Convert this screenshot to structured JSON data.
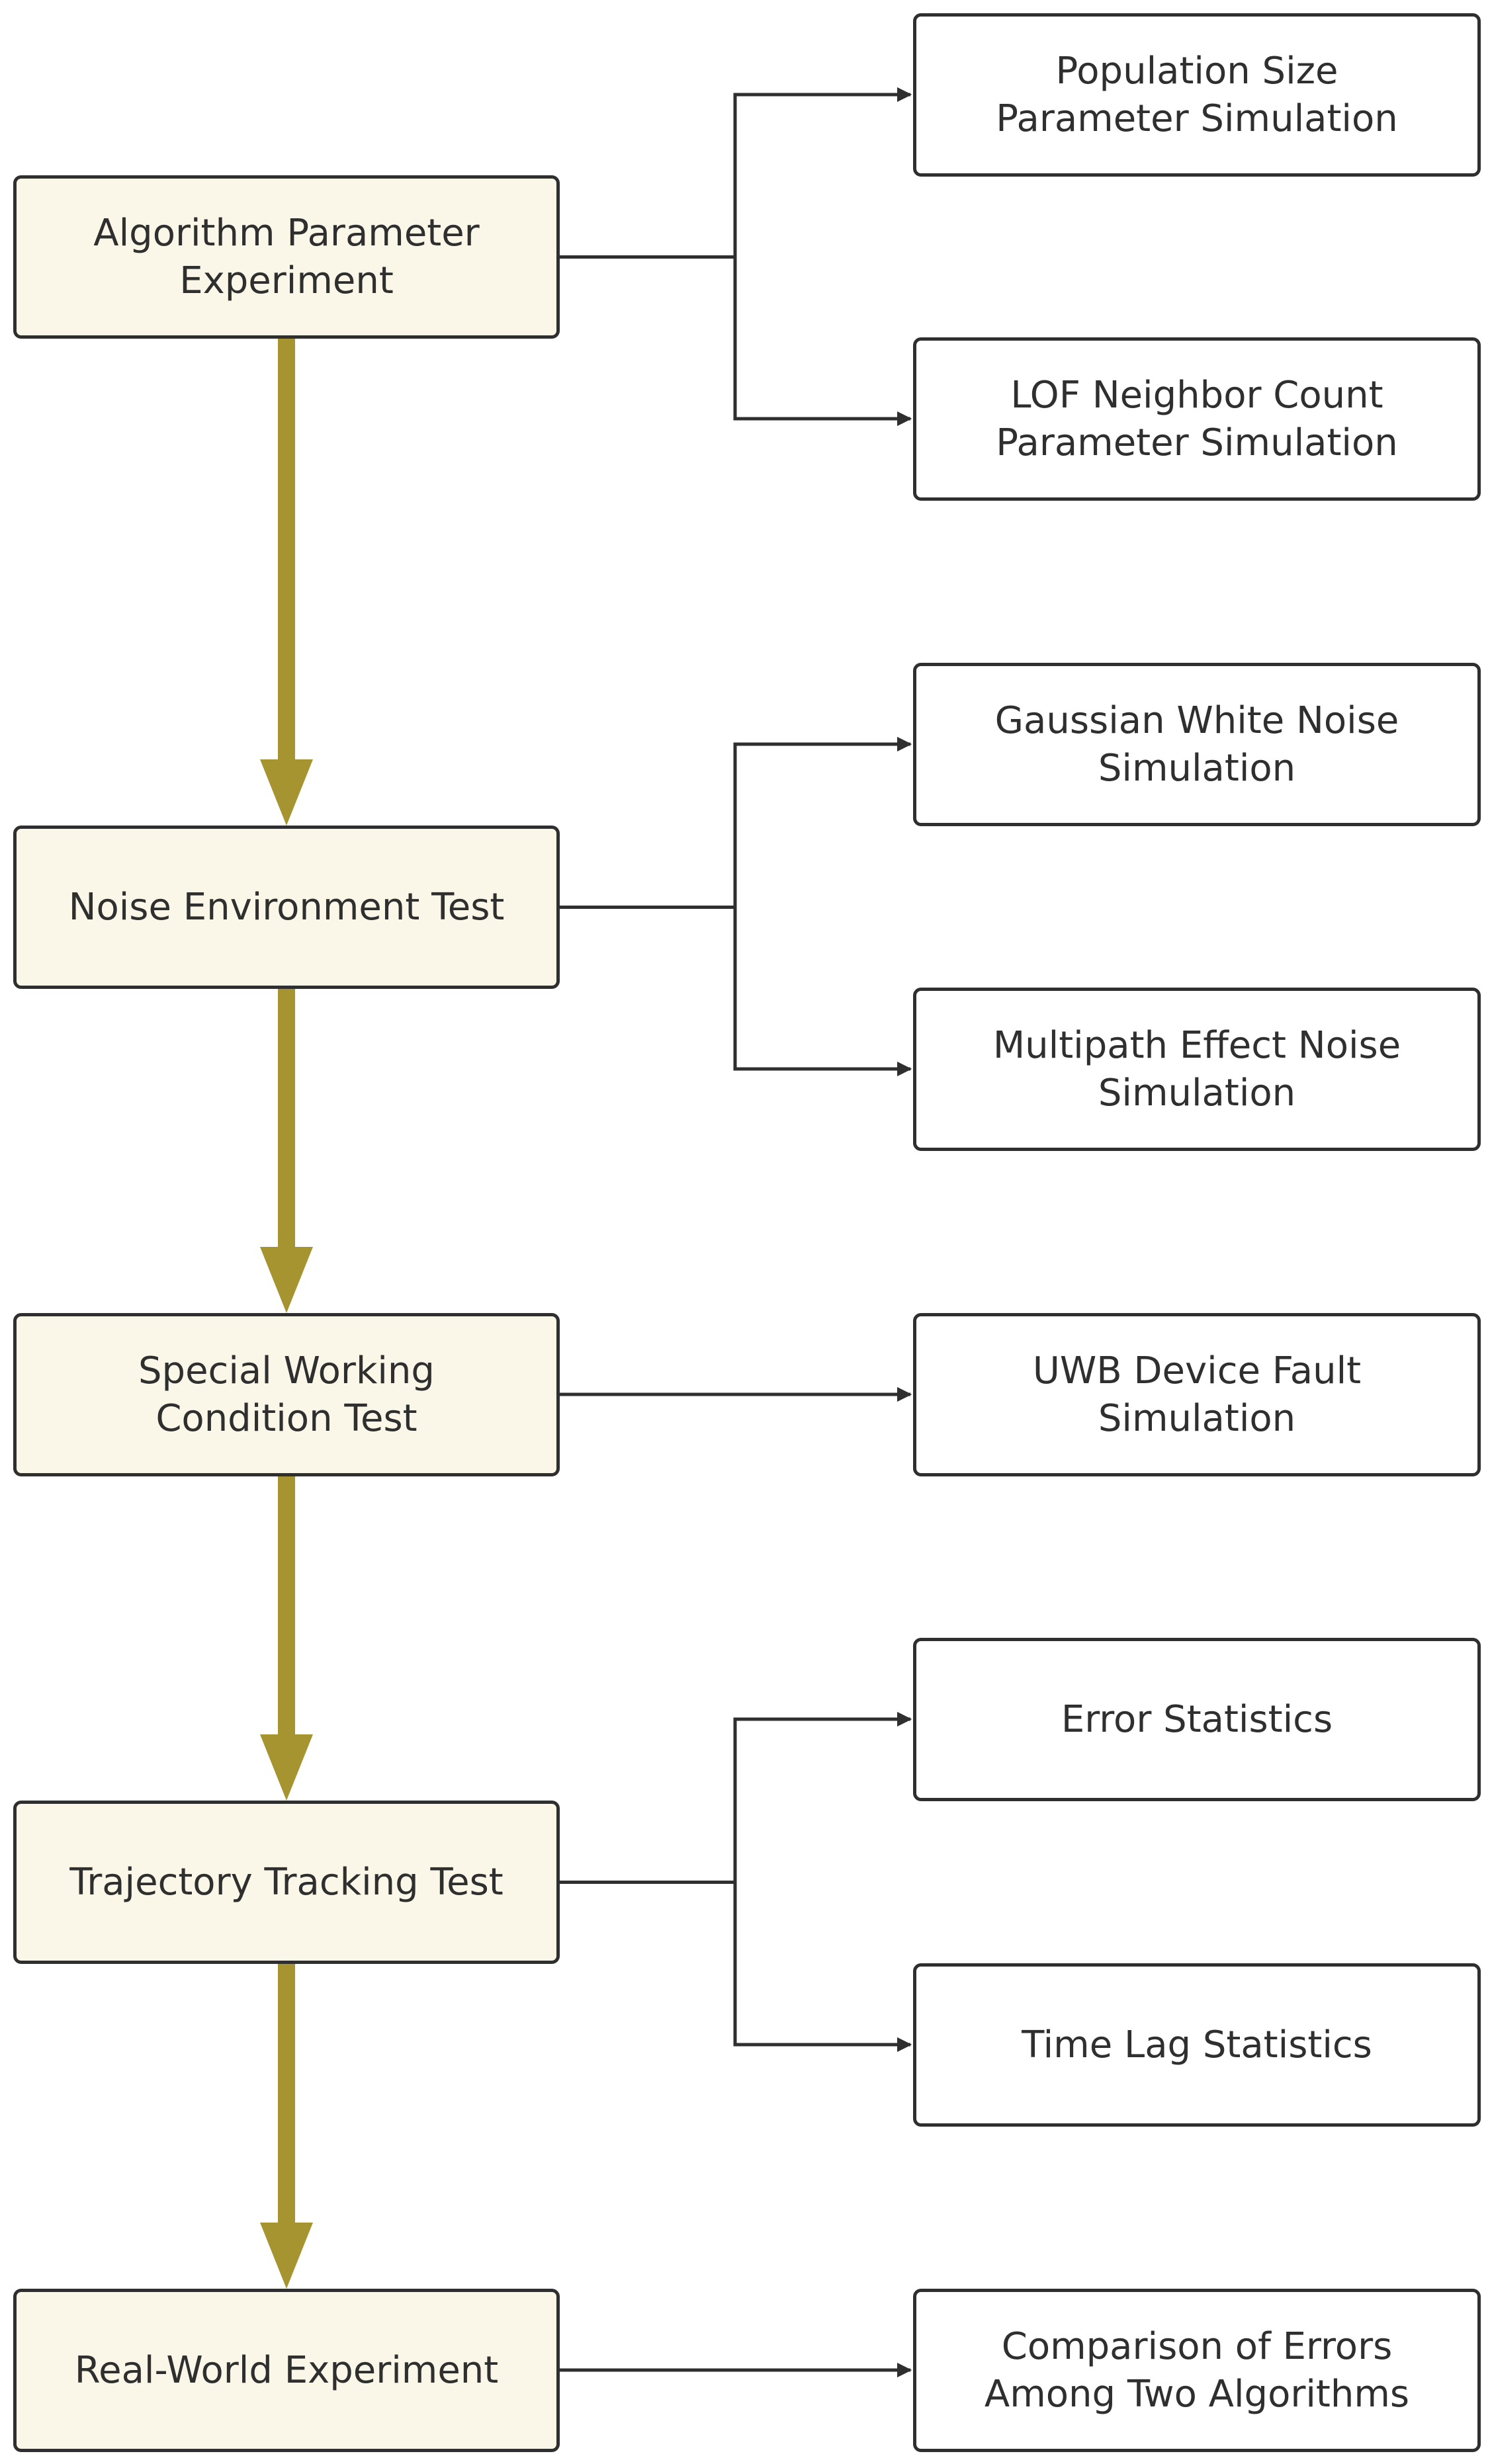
{
  "colors": {
    "stage_fill": "#fbf7e8",
    "box_border": "#2f2f2f",
    "flow_arrow": "#a69430",
    "connector": "#2f2f2f",
    "text": "#2f2f2f"
  },
  "stages": [
    {
      "label": "Algorithm Parameter\nExperiment",
      "subs": [
        "Population Size\nParameter Simulation",
        "LOF Neighbor Count\nParameter Simulation"
      ]
    },
    {
      "label": "Noise Environment Test",
      "subs": [
        "Gaussian White Noise\nSimulation",
        "Multipath Effect Noise\nSimulation"
      ]
    },
    {
      "label": "Special Working\nCondition Test",
      "subs": [
        "UWB Device Fault\nSimulation"
      ]
    },
    {
      "label": "Trajectory Tracking Test",
      "subs": [
        "Error Statistics",
        "Time Lag Statistics"
      ]
    },
    {
      "label": "Real-World Experiment",
      "subs": [
        "Comparison of Errors\nAmong Two Algorithms"
      ]
    }
  ]
}
